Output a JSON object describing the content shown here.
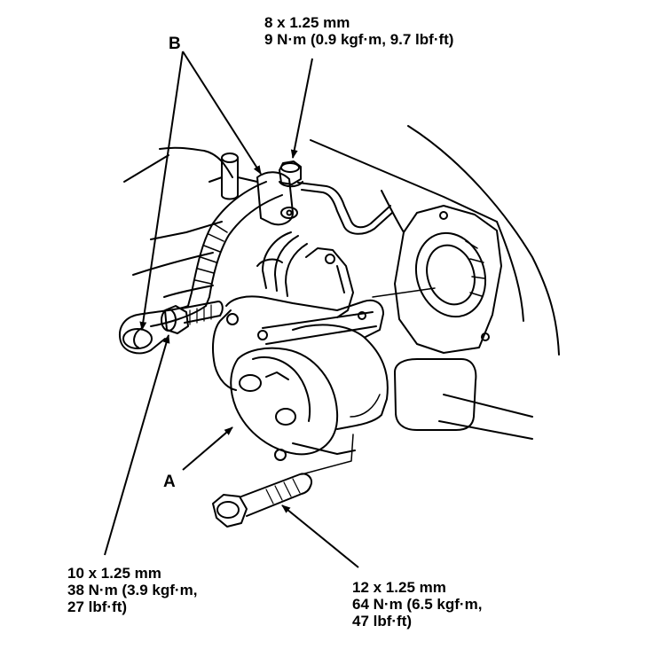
{
  "callouts": {
    "top_nut": {
      "line1": "8 x 1.25 mm",
      "line2": "9 N·m (0.9 kgf·m, 9.7 lbf·ft)"
    },
    "left_bolt": {
      "line1": "10 x 1.25 mm",
      "line2": "38 N·m (3.9 kgf·m,",
      "line3": "27 lbf·ft)"
    },
    "right_bolt": {
      "line1": "12 x 1.25 mm",
      "line2": "64 N·m (6.5 kgf·m,",
      "line3": "47 lbf·ft)"
    }
  },
  "parts": {
    "a": "A",
    "b": "B"
  },
  "colors": {
    "ink": "#000000",
    "paper": "#ffffff",
    "shade": "#d9d9d9"
  }
}
